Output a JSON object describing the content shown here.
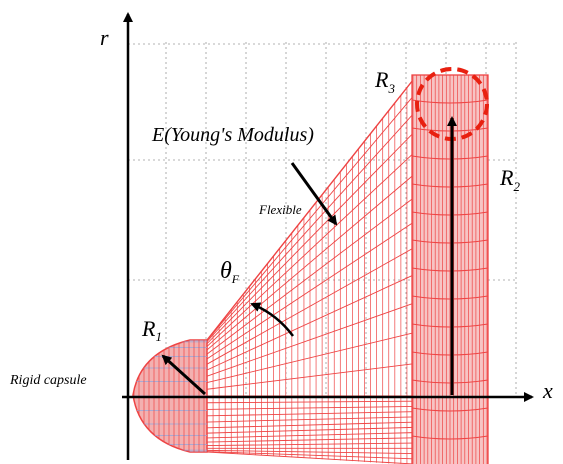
{
  "axes": {
    "x_label": "x",
    "y_label": "r"
  },
  "labels": {
    "rigid_capsule": "Rigid capsule",
    "r1": {
      "base": "R",
      "sub": "1"
    },
    "r2": {
      "base": "R",
      "sub": "2"
    },
    "r3": {
      "base": "R",
      "sub": "3"
    },
    "theta": {
      "base": "θ",
      "sub": "F"
    },
    "youngs_modulus": "E(Young's Modulus)",
    "flexible": "Flexible"
  },
  "colors": {
    "mesh_red": "#ee4444",
    "dashed_circle": "#e82010",
    "capsule_fill": "#f3b0b0",
    "capsule_blue": "#8fa8e0",
    "axis_black": "#000000",
    "grid_gray": "#999999"
  }
}
